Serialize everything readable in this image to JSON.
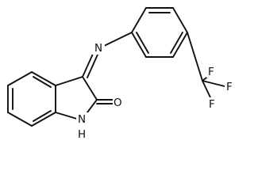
{
  "molecule": {
    "atoms": {
      "nitrogen_imine": "N",
      "oxygen": "O",
      "nitrogen_amine": "N",
      "hydrogen_amine": "H",
      "fluorine_top": "F",
      "fluorine_right": "F",
      "fluorine_bottom": "F"
    }
  }
}
